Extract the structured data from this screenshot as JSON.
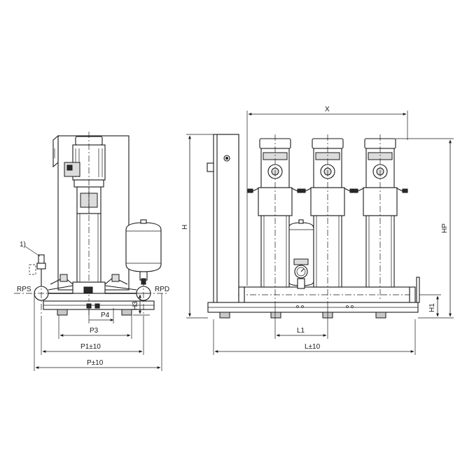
{
  "labels": {
    "note": "1)",
    "rps": "RPS",
    "rpd": "RPD",
    "p4": "P4",
    "h3": "H3",
    "p3": "P3",
    "p1": "P1±10",
    "p": "P±10",
    "x": "X",
    "h": "H",
    "hp": "HP",
    "h1": "H1",
    "l1": "L1",
    "l": "L±10"
  },
  "pump_count": 3
}
